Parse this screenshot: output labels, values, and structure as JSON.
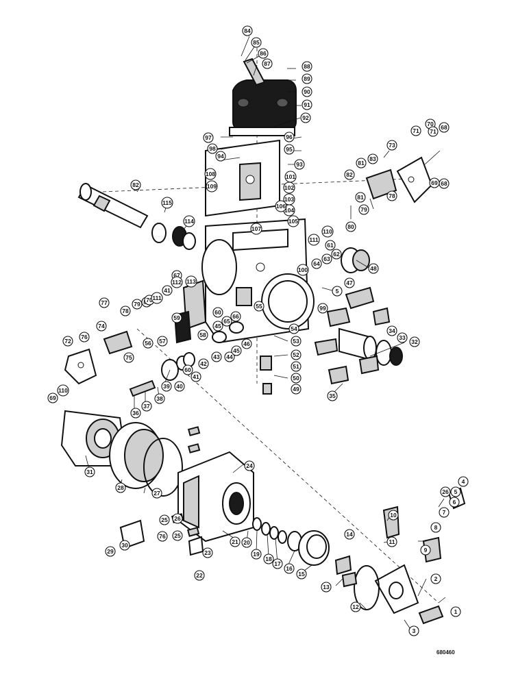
{
  "figure_code": "680460",
  "callouts": [
    {
      "id": "1"
    },
    {
      "id": "2"
    },
    {
      "id": "3"
    },
    {
      "id": "4"
    },
    {
      "id": "5"
    },
    {
      "id": "6"
    },
    {
      "id": "7"
    },
    {
      "id": "8"
    },
    {
      "id": "9"
    },
    {
      "id": "10"
    },
    {
      "id": "11"
    },
    {
      "id": "12"
    },
    {
      "id": "13"
    },
    {
      "id": "14"
    },
    {
      "id": "15"
    },
    {
      "id": "16"
    },
    {
      "id": "17"
    },
    {
      "id": "18"
    },
    {
      "id": "19"
    },
    {
      "id": "20"
    },
    {
      "id": "21"
    },
    {
      "id": "22"
    },
    {
      "id": "23"
    },
    {
      "id": "24"
    },
    {
      "id": "25"
    },
    {
      "id": "26"
    },
    {
      "id": "27"
    },
    {
      "id": "28"
    },
    {
      "id": "29"
    },
    {
      "id": "30"
    },
    {
      "id": "31"
    },
    {
      "id": "32"
    },
    {
      "id": "33"
    },
    {
      "id": "34"
    },
    {
      "id": "35"
    },
    {
      "id": "36"
    },
    {
      "id": "37"
    },
    {
      "id": "38"
    },
    {
      "id": "39"
    },
    {
      "id": "40"
    },
    {
      "id": "41"
    },
    {
      "id": "42"
    },
    {
      "id": "43"
    },
    {
      "id": "44"
    },
    {
      "id": "45"
    },
    {
      "id": "46"
    },
    {
      "id": "47"
    },
    {
      "id": "48"
    },
    {
      "id": "49"
    },
    {
      "id": "50"
    },
    {
      "id": "51"
    },
    {
      "id": "52"
    },
    {
      "id": "53"
    },
    {
      "id": "54"
    },
    {
      "id": "55"
    },
    {
      "id": "56"
    },
    {
      "id": "57"
    },
    {
      "id": "58"
    },
    {
      "id": "59"
    },
    {
      "id": "60"
    },
    {
      "id": "61"
    },
    {
      "id": "62"
    },
    {
      "id": "63"
    },
    {
      "id": "64"
    },
    {
      "id": "65"
    },
    {
      "id": "66"
    },
    {
      "id": "67"
    },
    {
      "id": "68"
    },
    {
      "id": "69"
    },
    {
      "id": "70"
    },
    {
      "id": "71"
    },
    {
      "id": "72"
    },
    {
      "id": "73"
    },
    {
      "id": "74"
    },
    {
      "id": "75"
    },
    {
      "id": "76"
    },
    {
      "id": "77"
    },
    {
      "id": "78"
    },
    {
      "id": "79"
    },
    {
      "id": "80"
    },
    {
      "id": "81"
    },
    {
      "id": "82"
    },
    {
      "id": "83"
    },
    {
      "id": "84"
    },
    {
      "id": "85"
    },
    {
      "id": "86"
    },
    {
      "id": "87"
    },
    {
      "id": "88"
    },
    {
      "id": "89"
    },
    {
      "id": "90"
    },
    {
      "id": "91"
    },
    {
      "id": "92"
    },
    {
      "id": "93"
    },
    {
      "id": "94"
    },
    {
      "id": "95"
    },
    {
      "id": "96"
    },
    {
      "id": "97"
    },
    {
      "id": "98"
    },
    {
      "id": "99"
    },
    {
      "id": "100"
    },
    {
      "id": "101"
    },
    {
      "id": "102"
    },
    {
      "id": "103"
    },
    {
      "id": "104"
    },
    {
      "id": "105"
    },
    {
      "id": "106"
    },
    {
      "id": "107"
    },
    {
      "id": "108"
    },
    {
      "id": "109"
    },
    {
      "id": "110"
    },
    {
      "id": "111"
    },
    {
      "id": "112"
    },
    {
      "id": "113"
    },
    {
      "id": "114"
    },
    {
      "id": "115"
    },
    {
      "id": "82"
    },
    {
      "id": "81"
    },
    {
      "id": "78"
    },
    {
      "id": "79"
    },
    {
      "id": "80"
    },
    {
      "id": "70"
    },
    {
      "id": "71"
    },
    {
      "id": "68"
    },
    {
      "id": "69"
    },
    {
      "id": "110"
    },
    {
      "id": "111"
    },
    {
      "id": "41"
    },
    {
      "id": "60"
    },
    {
      "id": "45"
    },
    {
      "id": "5"
    },
    {
      "id": "26"
    },
    {
      "id": "25"
    },
    {
      "id": "76"
    }
  ]
}
